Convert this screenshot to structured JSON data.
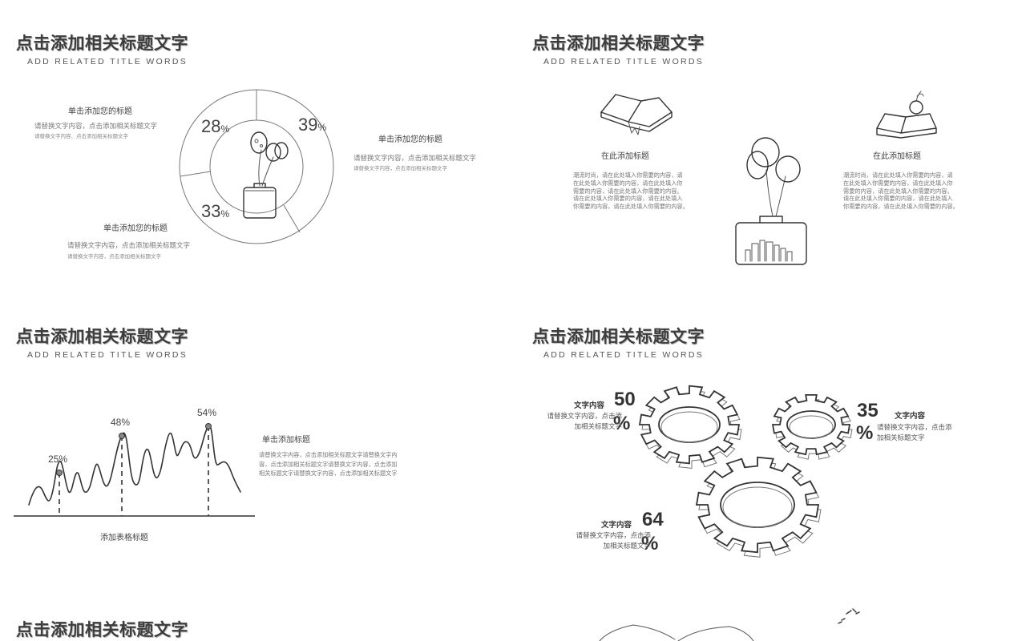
{
  "slides": [
    {
      "title": "点击添加相关标题文字",
      "subtitle": "ADD RELATED TITLE WORDS"
    },
    {
      "title": "点击添加相关标题文字",
      "subtitle": "ADD RELATED TITLE WORDS"
    },
    {
      "title": "点击添加相关标题文字",
      "subtitle": "ADD RELATED TITLE WORDS"
    },
    {
      "title": "点击添加相关标题文字",
      "subtitle": "ADD RELATED TITLE WORDS"
    },
    {
      "title": "点击添加相关标题文字"
    }
  ],
  "ring_slide": {
    "segments": [
      {
        "value": "28",
        "unit": "%"
      },
      {
        "value": "39",
        "unit": "%"
      },
      {
        "value": "33",
        "unit": "%"
      }
    ],
    "block_top_left": {
      "heading": "单击添加您的标题",
      "line1": "请替换文字内容，点击添加相关标题文字",
      "line2": "请替换文字内容、点击添加相关标题文字"
    },
    "block_right": {
      "heading": "单击添加您的标题",
      "line1": "请替换文字内容，点击添加相关标题文字",
      "line2": "请替换文字内容，点击添加相关标题文字"
    },
    "block_bottom": {
      "heading": "单击添加您的标题",
      "line1": "请替换文字内容，点击添加相关标题文字",
      "line2": "请替换文字内容，点击添加相关标题文字"
    }
  },
  "books_slide": {
    "left": {
      "heading": "在此添加标题",
      "lines": [
        "潮流时尚，请在此处填入你需要的内容，请",
        "在此处填入你需要的内容，请在此处填入你",
        "需要的内容，请在此处填入你需要的内容。",
        "请在此处填入你需要的内容，请在此处填入",
        "你需要的内容，请在此处填入你需要的内容。"
      ]
    },
    "right": {
      "heading": "在此添加标题",
      "lines": [
        "潮流时尚，请在此处填入你需要的内容，请",
        "在此处填入你需要的内容，请在此处填入你",
        "需要的内容，请在此处填入你需要的内容。",
        "请在此处填入你需要的内容，请在此处填入",
        "你需要的内容，请在此处填入你需要的内容。"
      ]
    }
  },
  "wave_slide": {
    "chart_caption": "添加表格标题",
    "side_heading": "单击添加标题",
    "side_lines": [
      "请替换文字内容，点击添加相关标题文字请替换文字内",
      "容，点击添加相关标题文字请替换文字内容，点击添加",
      "相关标题文字请替换文字内容，点击添加相关标题文字"
    ]
  },
  "gears_slide": {
    "items": [
      {
        "label": "文字内容",
        "number": "50",
        "pct": "%",
        "line1": "请替换文字内容，点击添",
        "line2": "加相关标题文字"
      },
      {
        "label": "文字内容",
        "number": "35",
        "pct": "%",
        "line1": "请替换文字内容，点击添",
        "line2": "加相关标题文字"
      },
      {
        "label": "文字内容",
        "number": "64",
        "pct": "%",
        "line1": "请替换文字内容，点击添",
        "line2": "加相关标题文字"
      }
    ]
  },
  "chart_data": {
    "type": "line",
    "title": "",
    "xlabel": "添加表格标题",
    "ylabel": "",
    "annotations": [
      {
        "label": "25%",
        "value": 25
      },
      {
        "label": "48%",
        "value": 48
      },
      {
        "label": "54%",
        "value": 54
      }
    ]
  },
  "colors": {
    "ink": "#333333",
    "text": "#777777",
    "background": "#ffffff"
  }
}
